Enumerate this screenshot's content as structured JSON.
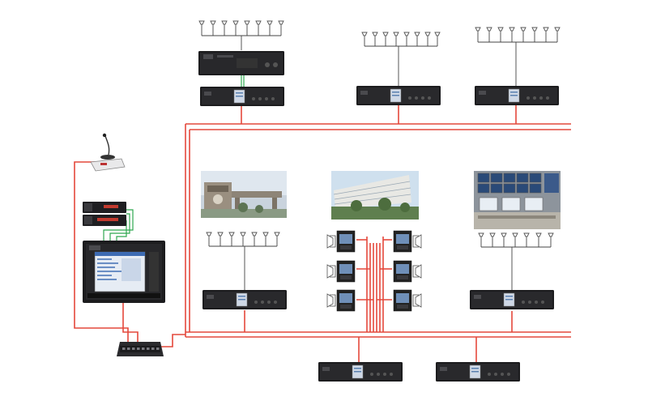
{
  "diagram": {
    "kind": "broadcast-system-topology",
    "colors": {
      "background": "#ffffff",
      "network_line": "#e4483c",
      "control_line": "#2fa84f",
      "device_body": "#1c1c1e",
      "device_face": "#2b2b2e",
      "screen": "#cfd8e6",
      "speaker_line": "#444444"
    },
    "nodes": [
      {
        "id": "paging-microphone",
        "icon": "microphone-icon"
      },
      {
        "id": "control-host",
        "icon": "control-host-icon"
      },
      {
        "id": "network-switch",
        "icon": "switch-icon"
      },
      {
        "id": "zone-amplifier-1",
        "icon": "amplifier-icon"
      },
      {
        "id": "zone-amplifier-2",
        "icon": "amplifier-icon"
      },
      {
        "id": "zone-amplifier-3",
        "icon": "amplifier-icon"
      },
      {
        "id": "zone-amplifier-4",
        "icon": "amplifier-icon"
      },
      {
        "id": "zone-amplifier-5",
        "icon": "amplifier-icon"
      },
      {
        "id": "zone-amplifier-6",
        "icon": "amplifier-icon"
      },
      {
        "id": "zone-amplifier-7",
        "icon": "amplifier-icon"
      },
      {
        "id": "wall-terminal-group",
        "icon": "wall-terminal-icon"
      },
      {
        "id": "photo-campus-gate",
        "icon": "building-photo-icon"
      },
      {
        "id": "photo-teaching-building",
        "icon": "building-photo-icon"
      },
      {
        "id": "photo-monitoring-room",
        "icon": "control-room-photo-icon"
      }
    ]
  }
}
